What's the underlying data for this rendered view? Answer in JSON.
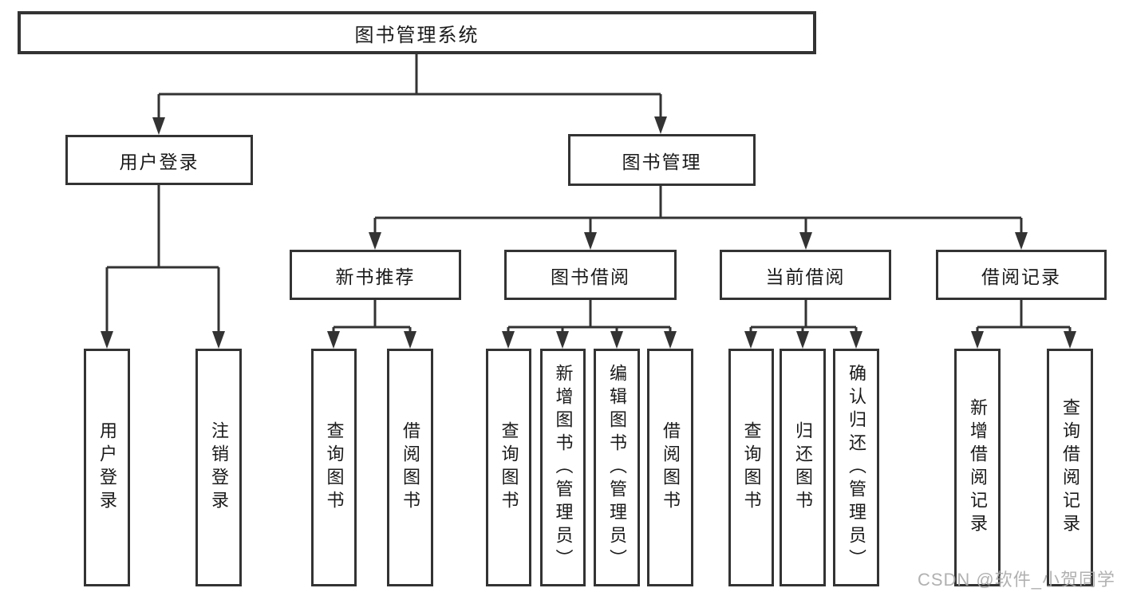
{
  "diagram": {
    "root": {
      "label": "图书管理系统"
    },
    "branches": [
      {
        "label": "用户登录",
        "leaves": [
          "用户登录",
          "注销登录"
        ]
      },
      {
        "label": "图书管理",
        "groups": [
          {
            "label": "新书推荐",
            "leaves": [
              "查询图书",
              "借阅图书"
            ]
          },
          {
            "label": "图书借阅",
            "leaves": [
              "查询图书",
              "新增图书（管理员）",
              "编辑图书（管理员）",
              "借阅图书"
            ]
          },
          {
            "label": "当前借阅",
            "leaves": [
              "查询图书",
              "归还图书",
              "确认归还（管理员）"
            ]
          },
          {
            "label": "借阅记录",
            "leaves": [
              "新增借阅记录",
              "查询借阅记录"
            ]
          }
        ]
      }
    ]
  },
  "watermark": {
    "text": "CSDN @软件_小贺同学"
  },
  "colors": {
    "border": "#333333",
    "line": "#333333",
    "text": "#1a1a1a",
    "watermark": "#a8a8a8",
    "background": "#ffffff"
  }
}
